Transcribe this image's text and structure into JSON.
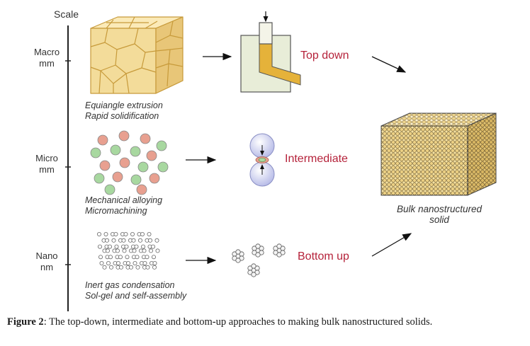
{
  "scale": {
    "title": "Scale",
    "levels": [
      {
        "name": "Macro",
        "unit": "mm"
      },
      {
        "name": "Micro",
        "unit": "mm"
      },
      {
        "name": "Nano",
        "unit": "nm"
      }
    ]
  },
  "rows": {
    "top": {
      "methods": [
        "Equiangle extrusion",
        "Rapid solidification"
      ],
      "approach": "Top down"
    },
    "middle": {
      "methods": [
        "Mechanical alloying",
        "Micromachining"
      ],
      "approach": "Intermediate"
    },
    "bottom": {
      "methods": [
        "Inert gas condensation",
        "Sol-gel and self-assembly"
      ],
      "approach": "Bottom up"
    }
  },
  "result": {
    "line1": "Bulk nanostructured",
    "line2": "solid"
  },
  "caption": {
    "label": "Figure 2",
    "text": ": The top-down, intermediate and bottom-up approaches to making bulk nanostructured solids."
  },
  "colors": {
    "accent": "#b5223a",
    "grain_fill": "#f3dc9a",
    "grain_line": "#c79a3a",
    "sphere_red": "#e8a090",
    "sphere_green": "#a8d8a0",
    "nano_cube": "#e6c97a"
  }
}
